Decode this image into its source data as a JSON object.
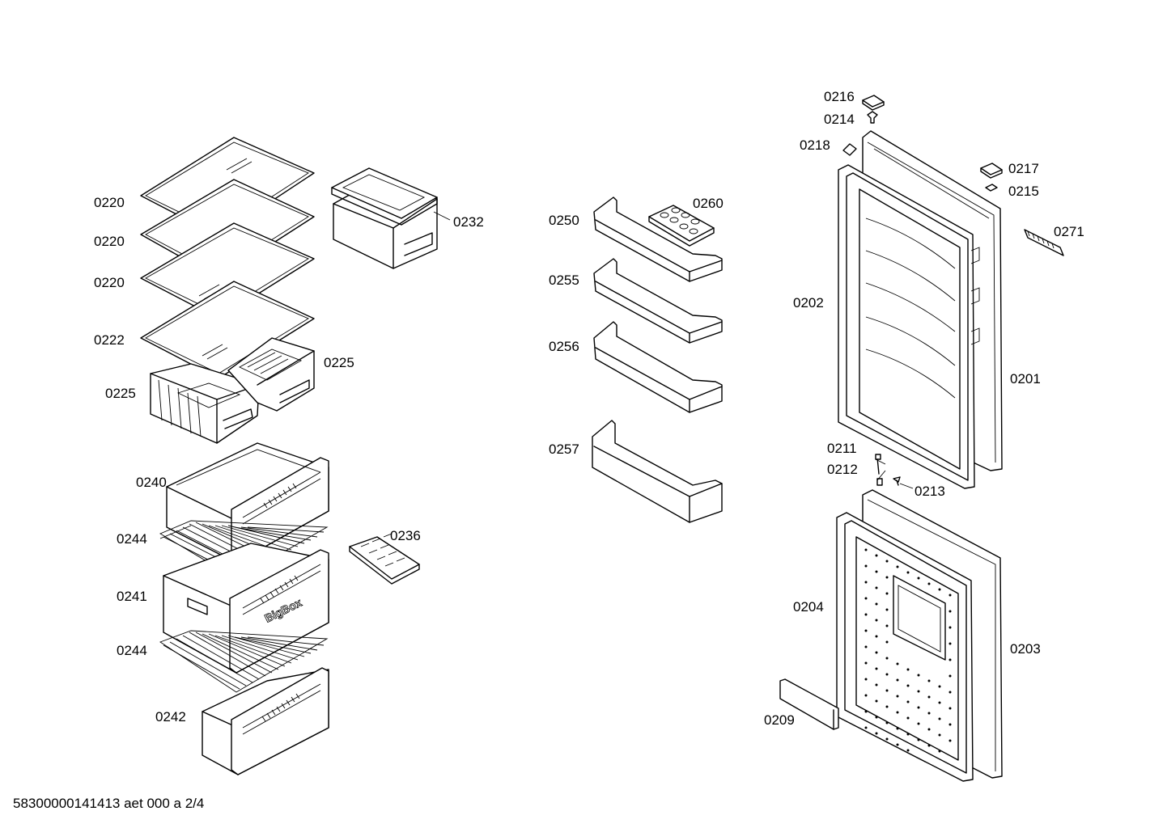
{
  "footer": "58300000141413 aet 000 a 2/4",
  "box_print": "BigBox",
  "labels": {
    "p0220a": "0220",
    "p0220b": "0220",
    "p0220c": "0220",
    "p0222": "0222",
    "p0225a": "0225",
    "p0225b": "0225",
    "p0232": "0232",
    "p0240": "0240",
    "p0244a": "0244",
    "p0241": "0241",
    "p0244b": "0244",
    "p0242": "0242",
    "p0236": "0236",
    "p0250": "0250",
    "p0260": "0260",
    "p0255": "0255",
    "p0256": "0256",
    "p0257": "0257",
    "p0216": "0216",
    "p0214": "0214",
    "p0218": "0218",
    "p0217": "0217",
    "p0215": "0215",
    "p0271": "0271",
    "p0202": "0202",
    "p0201": "0201",
    "p0211": "0211",
    "p0212": "0212",
    "p0213": "0213",
    "p0204": "0204",
    "p0203": "0203",
    "p0209": "0209"
  }
}
